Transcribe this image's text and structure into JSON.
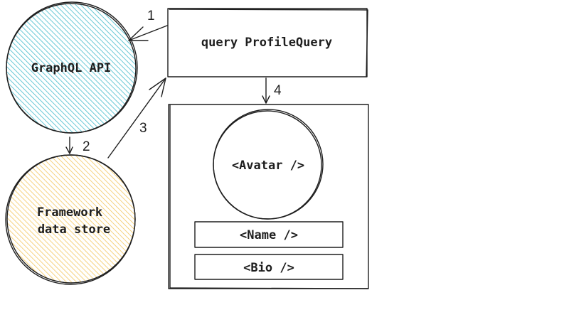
{
  "nodes": {
    "graphql_api": {
      "label": "GraphQL API",
      "fill": "#15aabf"
    },
    "data_store": {
      "label_line1": "Framework",
      "label_line2": "data store",
      "fill": "#fab005"
    },
    "query": {
      "label": "query ProfileQuery"
    },
    "avatar": {
      "label": "<Avatar />"
    },
    "name": {
      "label": "<Name />"
    },
    "bio": {
      "label": "<Bio />"
    }
  },
  "edges": [
    {
      "label": "1",
      "from": "query",
      "to": "graphql_api"
    },
    {
      "label": "2",
      "from": "graphql_api",
      "to": "data_store"
    },
    {
      "label": "3",
      "from": "data_store",
      "to": "query"
    },
    {
      "label": "4",
      "from": "query",
      "to": "profile_component"
    }
  ]
}
